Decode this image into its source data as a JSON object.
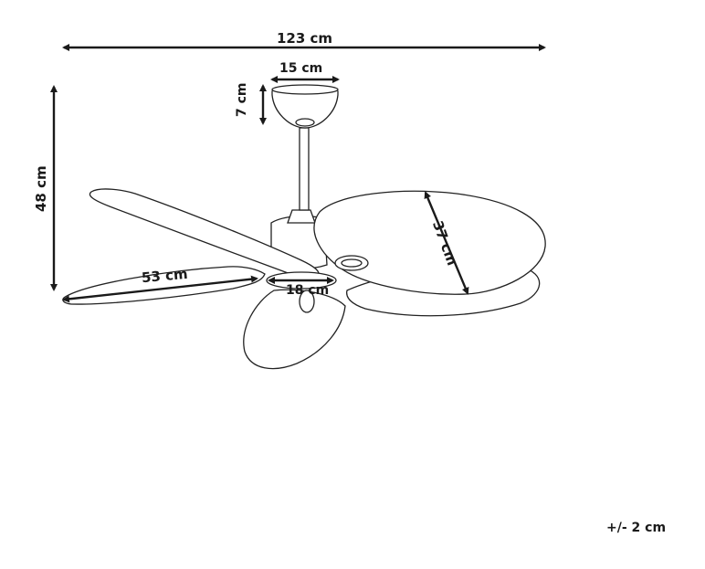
{
  "diagram": {
    "subject": "ceiling fan with palm-leaf blades",
    "style": "black line drawing on white",
    "colors": {
      "background": "#ffffff",
      "line": "#222222",
      "dimension": "#1a1a1a"
    }
  },
  "dimensions": {
    "total_width": "123 cm",
    "canopy_width": "15 cm",
    "canopy_height": "7 cm",
    "total_height": "48 cm",
    "blade_length": "53 cm",
    "hub_diameter": "18 cm",
    "blade_width": "37 cm"
  },
  "note": {
    "tolerance": "+/- 2 cm"
  }
}
